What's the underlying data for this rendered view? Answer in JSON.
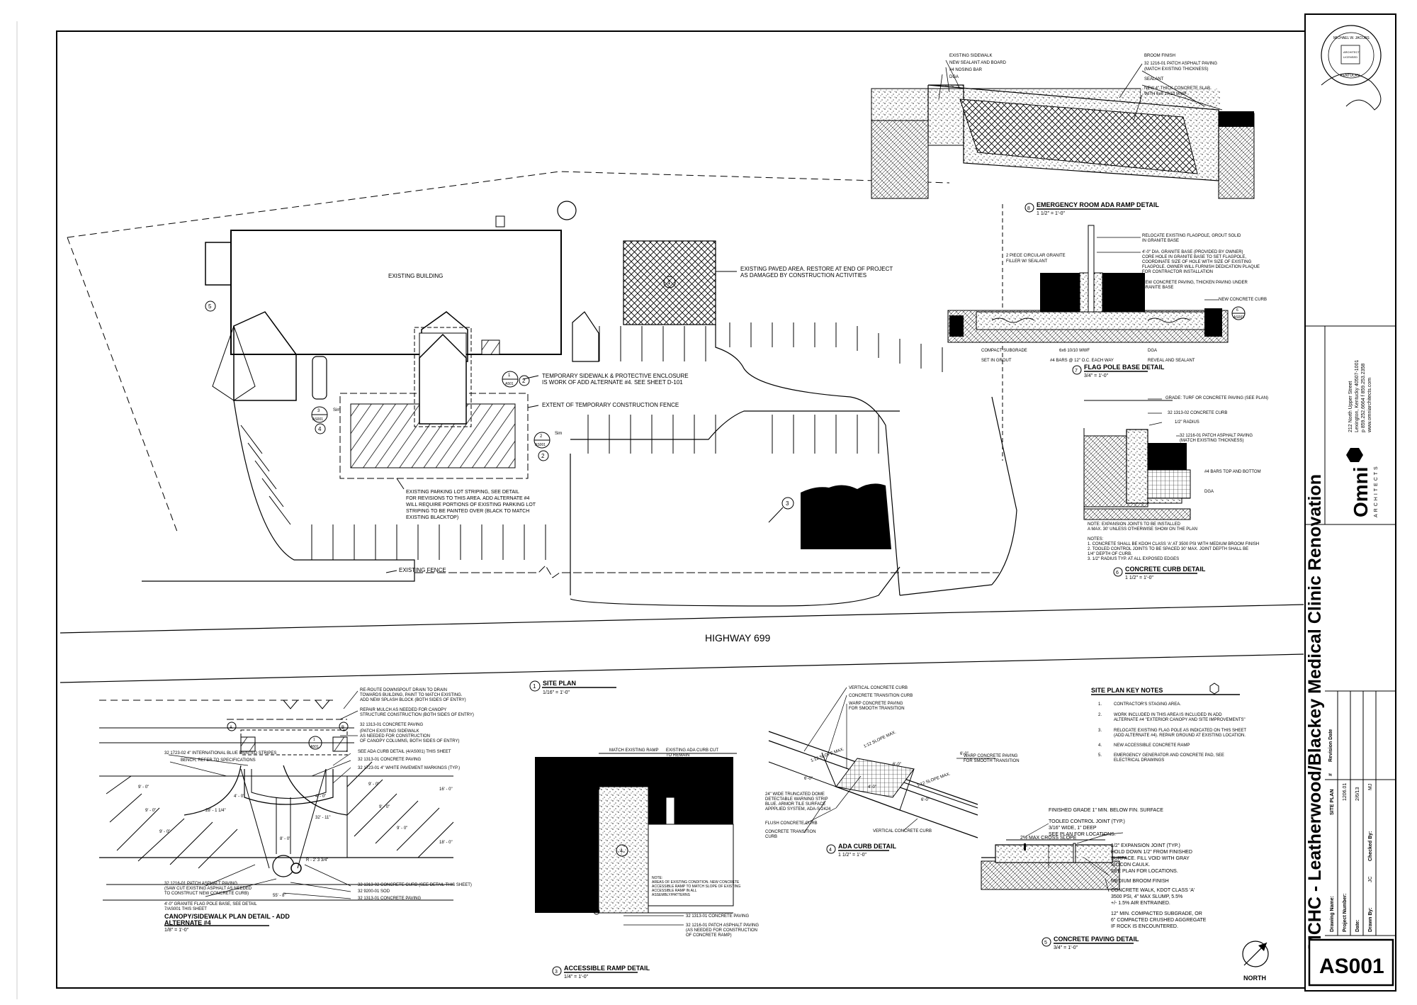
{
  "sheet": {
    "number": "AS001",
    "project_title": "MCHC - Leatherwood/Blackey Medical Clinic Renovation",
    "firm_name": "Omni",
    "firm_sub": "ARCHITECTS",
    "firm_address_1": "212 North Upper Street",
    "firm_address_2": "Lexington, Kentucky 40507-1001",
    "firm_address_3": "p 859.252.6664 f 859.253.2358",
    "firm_address_4": "www.omniarchitects.com",
    "revision_header_num": "#",
    "revision_header_date": "Revision Date",
    "drawing_name_label": "Drawing Name:",
    "drawing_name": "SITE PLAN",
    "project_number_label": "Project Number:",
    "project_number": "1206.01",
    "date_label": "Date:",
    "date": "2/6/13",
    "drawn_by_label": "Drawn By:",
    "drawn_by": "JC",
    "checked_by_label": "Checked By:",
    "checked_by": "MJ"
  },
  "site_plan": {
    "highway": "HIGHWAY 699",
    "existing_building": "EXISTING BUILDING",
    "existing_fence": "EXISTING FENCE",
    "paved_area_note": [
      "EXISTING PAVED AREA.  RESTORE AT END OF PROJECT",
      "AS DAMAGED BY CONSTRUCTION ACTIVITIES"
    ],
    "temp_sidewalk_note": [
      "TEMPORARY SIDEWALK & PROTECTIVE ENCLOSURE",
      "IS WORK OF ADD ALTERNATE #4.  SEE SHEET D-101"
    ],
    "temp_fence_note": "EXTENT OF TEMPORARY CONSTRUCTION FENCE",
    "striping_note": [
      "EXISTING PARKING LOT STRIPING, SEE DETAIL",
      "FOR REVISIONS TO THIS AREA.  ADD ALTERNATE #4",
      "WILL REQUIRE PORTIONS OF EXISTING PARKING LOT",
      "STRIPING TO BE PAINTED OVER (BLACK TO MATCH",
      "EXISTING BLACKTOP)"
    ],
    "keys": [
      "1",
      "2",
      "3",
      "4",
      "5"
    ],
    "tag_sim": "Sim",
    "tag_a501": "A501",
    "tag_as001": "AS001",
    "title_num": "1",
    "title": "SITE PLAN",
    "scale": "1/16\" = 1'-0\""
  },
  "key_notes": {
    "title": "SITE PLAN KEY NOTES",
    "items": [
      {
        "num": "1.",
        "lines": [
          "CONTRACTOR'S STAGING AREA."
        ]
      },
      {
        "num": "2.",
        "lines": [
          "WORK INCLUDED IN THIS AREA IS INCLUDED IN ADD",
          "ALTERNATE #4 \"EXTERIOR CANOPY AND SITE IMPROVEMENTS\""
        ]
      },
      {
        "num": "3.",
        "lines": [
          "RELOCATE EXISTING FLAG POLE AS INDICATED ON THIS SHEET",
          "(ADD ALTERNATE #4).  REPAIR GROUND AT EXISTING LOCATION."
        ]
      },
      {
        "num": "4.",
        "lines": [
          "NEW ACCESSIBLE CONCRETE RAMP"
        ]
      },
      {
        "num": "5.",
        "lines": [
          "EMERGENCY GENERATOR AND CONCRETE PAD, SEE",
          "ELECTRICAL DRAWINGS"
        ]
      }
    ]
  },
  "er_ramp": {
    "num": "8",
    "title": "EMERGENCY ROOM ADA RAMP DETAIL",
    "scale": "1 1/2\" = 1'-0\"",
    "labels_left": [
      "EXISTING SIDEWALK",
      "NEW SEALANT AND BOARD",
      "#4 NOSING BAR",
      "DGA"
    ],
    "label_broom": "BROOM FINISH",
    "label_patch": "32 1216-01  PATCH ASPHALT PAVING",
    "label_patch2": "(MATCH EXISTING THICKNESS)",
    "label_sealant": "SEALANT",
    "label_slab": "NEW 4\" THICK CONCRETE SLAB",
    "label_slab2": "WITH 6x6 10/10 WWF"
  },
  "flag_pole": {
    "num": "7",
    "title": "FLAG POLE BASE DETAIL",
    "scale": "3/4\" = 1'-0\"",
    "labels_right": [
      "RELOCATE EXISTING FLAGPOLE, GROUT SOLID",
      "IN GRANITE BASE",
      "4'-0\" DIA. GRANITE BASE (PROVIDED BY OWNER)",
      "CORE HOLE IN GRANITE BASE TO SET FLAGPOLE,",
      "COORDINATE SIZE OF HOLE WITH SIZE OF EXISTING",
      "FLAGPOLE.  OWNER WILL FURNISH DEDICATION PLAQUE",
      "FOR CONTRACTOR INSTALLATION",
      "NEW CONCRETE PAVING, THICKEN PAVING UNDER",
      "GRANITE BASE"
    ],
    "label_curb": "NEW CONCRETE CURB",
    "label_filler": "2 PIECE CIRCULAR GRANITE",
    "label_filler2": "FILLER W/ SEALANT",
    "labels_bottom": [
      "COMPACT SUBGRADE",
      "6x6 10/10 WWF",
      "DGA",
      "SET IN GROUT",
      "#4 BARS @ 12\" O.C. EACH WAY",
      "REVEAL AND SEALANT"
    ]
  },
  "curb": {
    "num": "6",
    "title": "CONCRETE CURB DETAIL",
    "scale": "1 1/2\" = 1'-0\"",
    "label_grade": "GRADE: TURF OR CONCRETE PAVING (SEE PLAN)",
    "label_curb": "32 1313-02  CONCRETE CURB",
    "label_radius": "1/2\" RADIUS",
    "label_patch": "32 1216-01  PATCH ASPHALT PAVING",
    "label_patch2": "(MATCH EXISTING THICKNESS)",
    "label_bars": "#4 BARS TOP AND BOTTOM",
    "label_dga": "DGA",
    "notes": [
      "NOTE: EXPANSION JOINTS TO BE INSTALLED",
      "A MAX. 30' UNLESS OTHERWISE SHOW ON THE PLAN",
      "NOTES:",
      "1. CONCRETE SHALL BE KDOH CLASS 'A' AT 3500 PSI WITH MEDIUM BROOM FINISH",
      "2. TOOLED CONTROL JOINTS TO BE SPACED 30' MAX. JOINT DEPTH SHALL BE",
      "   1/4\" DEPTH OF CURB.",
      "3. 1/2\" RADIUS TYP. AT ALL EXPOSED EDGES"
    ]
  },
  "canopy": {
    "title": "CANOPY/SIDEWALK PLAN DETAIL - ADD",
    "title2": "ALTERNATE #4",
    "scale": "1/8\" = 1'-0\"",
    "labels_top": [
      "RE-ROUTE DOWNSPOUT DRAIN TO DRAIN",
      "TOWARDS BUILDING, PAINT TO MATCH EXISTING.",
      "ADD NEW SPLASH BLOCK (BOTH SIDES OF ENTRY)",
      "REPAIR MULCH AS NEEDED FOR CANOPY",
      "STRUCTURE CONSTRUCTION (BOTH SIDES OF ENTRY)",
      "32 1313-01  CONCRETE PAVING",
      "(PATCH EXISTING SIDEWALK",
      "AS NEEDED FOR CONSTRUCTION",
      "OF CANOPY COLUMNS, BOTH SIDES OF ENTRY)"
    ],
    "label_blue": "32 1723-02  4\" INTERNATIONAL BLUE PAINTED STRIPES",
    "label_bench": "BENCH, REFER TO SPECIFICATIONS",
    "label_ada": "SEE ADA CURB DETAIL (4/AS001) THIS SHEET",
    "label_paving": "32 1313-01  CONCRETE PAVING",
    "label_white": "32 1723-01  4\" WHITE PAVEMENT MARKINGS (TYP.)",
    "label_patch": "32 1216-01  PATCH ASPHALT PAVING",
    "label_patch2": "(SAW CUT EXISTING ASPHALT AS NEEDED",
    "label_patch3": "TO CONSTRUCT NEW CONCRETE CURB)",
    "label_flag": "4'-0\" GRANITE FLAG POLE BASE, SEE DETAIL",
    "label_flag2": "7/AS001 THIS SHEET",
    "label_curb": "32 1313-02  CONCRETE CURB (SEE DETAIL THIS SHEET)",
    "label_sod": "32 9200-01  SOD",
    "label_paving2": "32 1313-01  CONCRETE PAVING",
    "dims": [
      "9' - 0\"",
      "9' - 0\"",
      "9' - 0\"",
      "9' - 0\"",
      "9' - 0\"",
      "9' - 0\"",
      "16' - 0\"",
      "18' - 0\"",
      "28' - 1 1/4\"",
      "32' - 11\"",
      "55' - 8\"",
      "R - 2' 3 3/4\"",
      "4' - 0\"",
      "4' - 0\"",
      "8' - 0\""
    ]
  },
  "access_ramp": {
    "num": "3",
    "title": "ACCESSIBLE RAMP DETAIL",
    "scale": "1/4\" = 1'-0\"",
    "label_match": "MATCH EXISTING RAMP",
    "label_exist": "EXISTING ADA CURB CUT",
    "label_exist2": "TO REMAIN",
    "label_note": [
      "NOTE:",
      "AREAS OF EXISTING CONDITION. NEW CONCRETE",
      "ACCESSIBLE RAMP TO MATCH SLOPE OF EXISTING",
      "ACCESSIBLE RAMP IN ALL",
      "ASSEMBLY/PATTERNS"
    ],
    "label_paving": "32 1313-01  CONCRETE PAVING",
    "label_patch": "32 1216-01  PATCH ASPHALT PAVING",
    "label_patch2": "(AS NEEDED FOR CONSTRUCTION",
    "label_patch3": "OF CONCRETE RAMP)"
  },
  "ada_curb": {
    "num": "4",
    "title": "ADA CURB DETAIL",
    "scale": "1 1/2\" = 1'-0\"",
    "labels_top": [
      "VERTICAL CONCRETE CURB",
      "CONCRETE TRANSITION CURB",
      "WARP CONCRETE PAVING",
      "FOR SMOOTH TRANSITION"
    ],
    "label_warp": [
      "WARP CONCRETE PAVING",
      "FOR SMOOTH TRANSITION"
    ],
    "labels_bottom": [
      "24\" WIDE TRUNCATED DOME",
      "DETECTABLE WARNING STRIP",
      "BLUE.  ARMOR TILE SURFACE",
      "APPPLIED SYSTEM, ADA-S-2424"
    ],
    "label_flush": "FLUSH CONCRETE CURB",
    "label_trans": [
      "CONCRETE TRANSITION",
      "CURB"
    ],
    "label_vert": "VERTICAL CONCRETE CURB",
    "slopes": [
      "1:12 SLOPE MAX.",
      "1:12 SLOPE MAX.",
      "1:12 SLOPE MAX."
    ],
    "dims": [
      "6'-0\"",
      "4'-0\"",
      "6'-0\"",
      "6'-0\"",
      "6'-0\""
    ]
  },
  "paving": {
    "num": "5",
    "title": "CONCRETE PAVING DETAIL",
    "scale": "3/4\" = 1'-0\"",
    "label_grade": "FINISHED GRADE 1\" MIN. BELOW FIN. SURFACE",
    "label_tooled": [
      "TOOLED CONTROL JOINT (TYP.)",
      "3/16\" WIDE, 1\" DEEP",
      "SEE PLAN FOR LOCATIONS."
    ],
    "label_exp": [
      "1/2\" EXPANSION JOINT (TYP.)",
      "HOLD DOWN 1/2\" FROM FINISHED",
      "SURFACE.  FILL VOID WITH GRAY",
      "SILICON CAULK.",
      "SEE PLAN FOR LOCATIONS."
    ],
    "label_slope": "2% MAX CROSS SLOPE",
    "label_broom": "MEDIUM BROOM FINISH",
    "label_walk": [
      "CONCRETE WALK, KDOT CLASS 'A'",
      "3500 PSI, 4\" MAX SLUMP, 5.5%",
      "+/- 1.5% AIR ENTRAINED."
    ],
    "label_sub": [
      "12\" MIN. COMPACTED SUBGRADE, OR",
      "6\" COMPACTED CRUSHED AGGREGATE",
      "IF ROCK IS ENCOUNTERED."
    ]
  },
  "north": "NORTH",
  "seal_text": [
    "MICHAEL W. JACOBS",
    "ARCHITECT",
    "LICENSED",
    "KENTUCKY"
  ]
}
